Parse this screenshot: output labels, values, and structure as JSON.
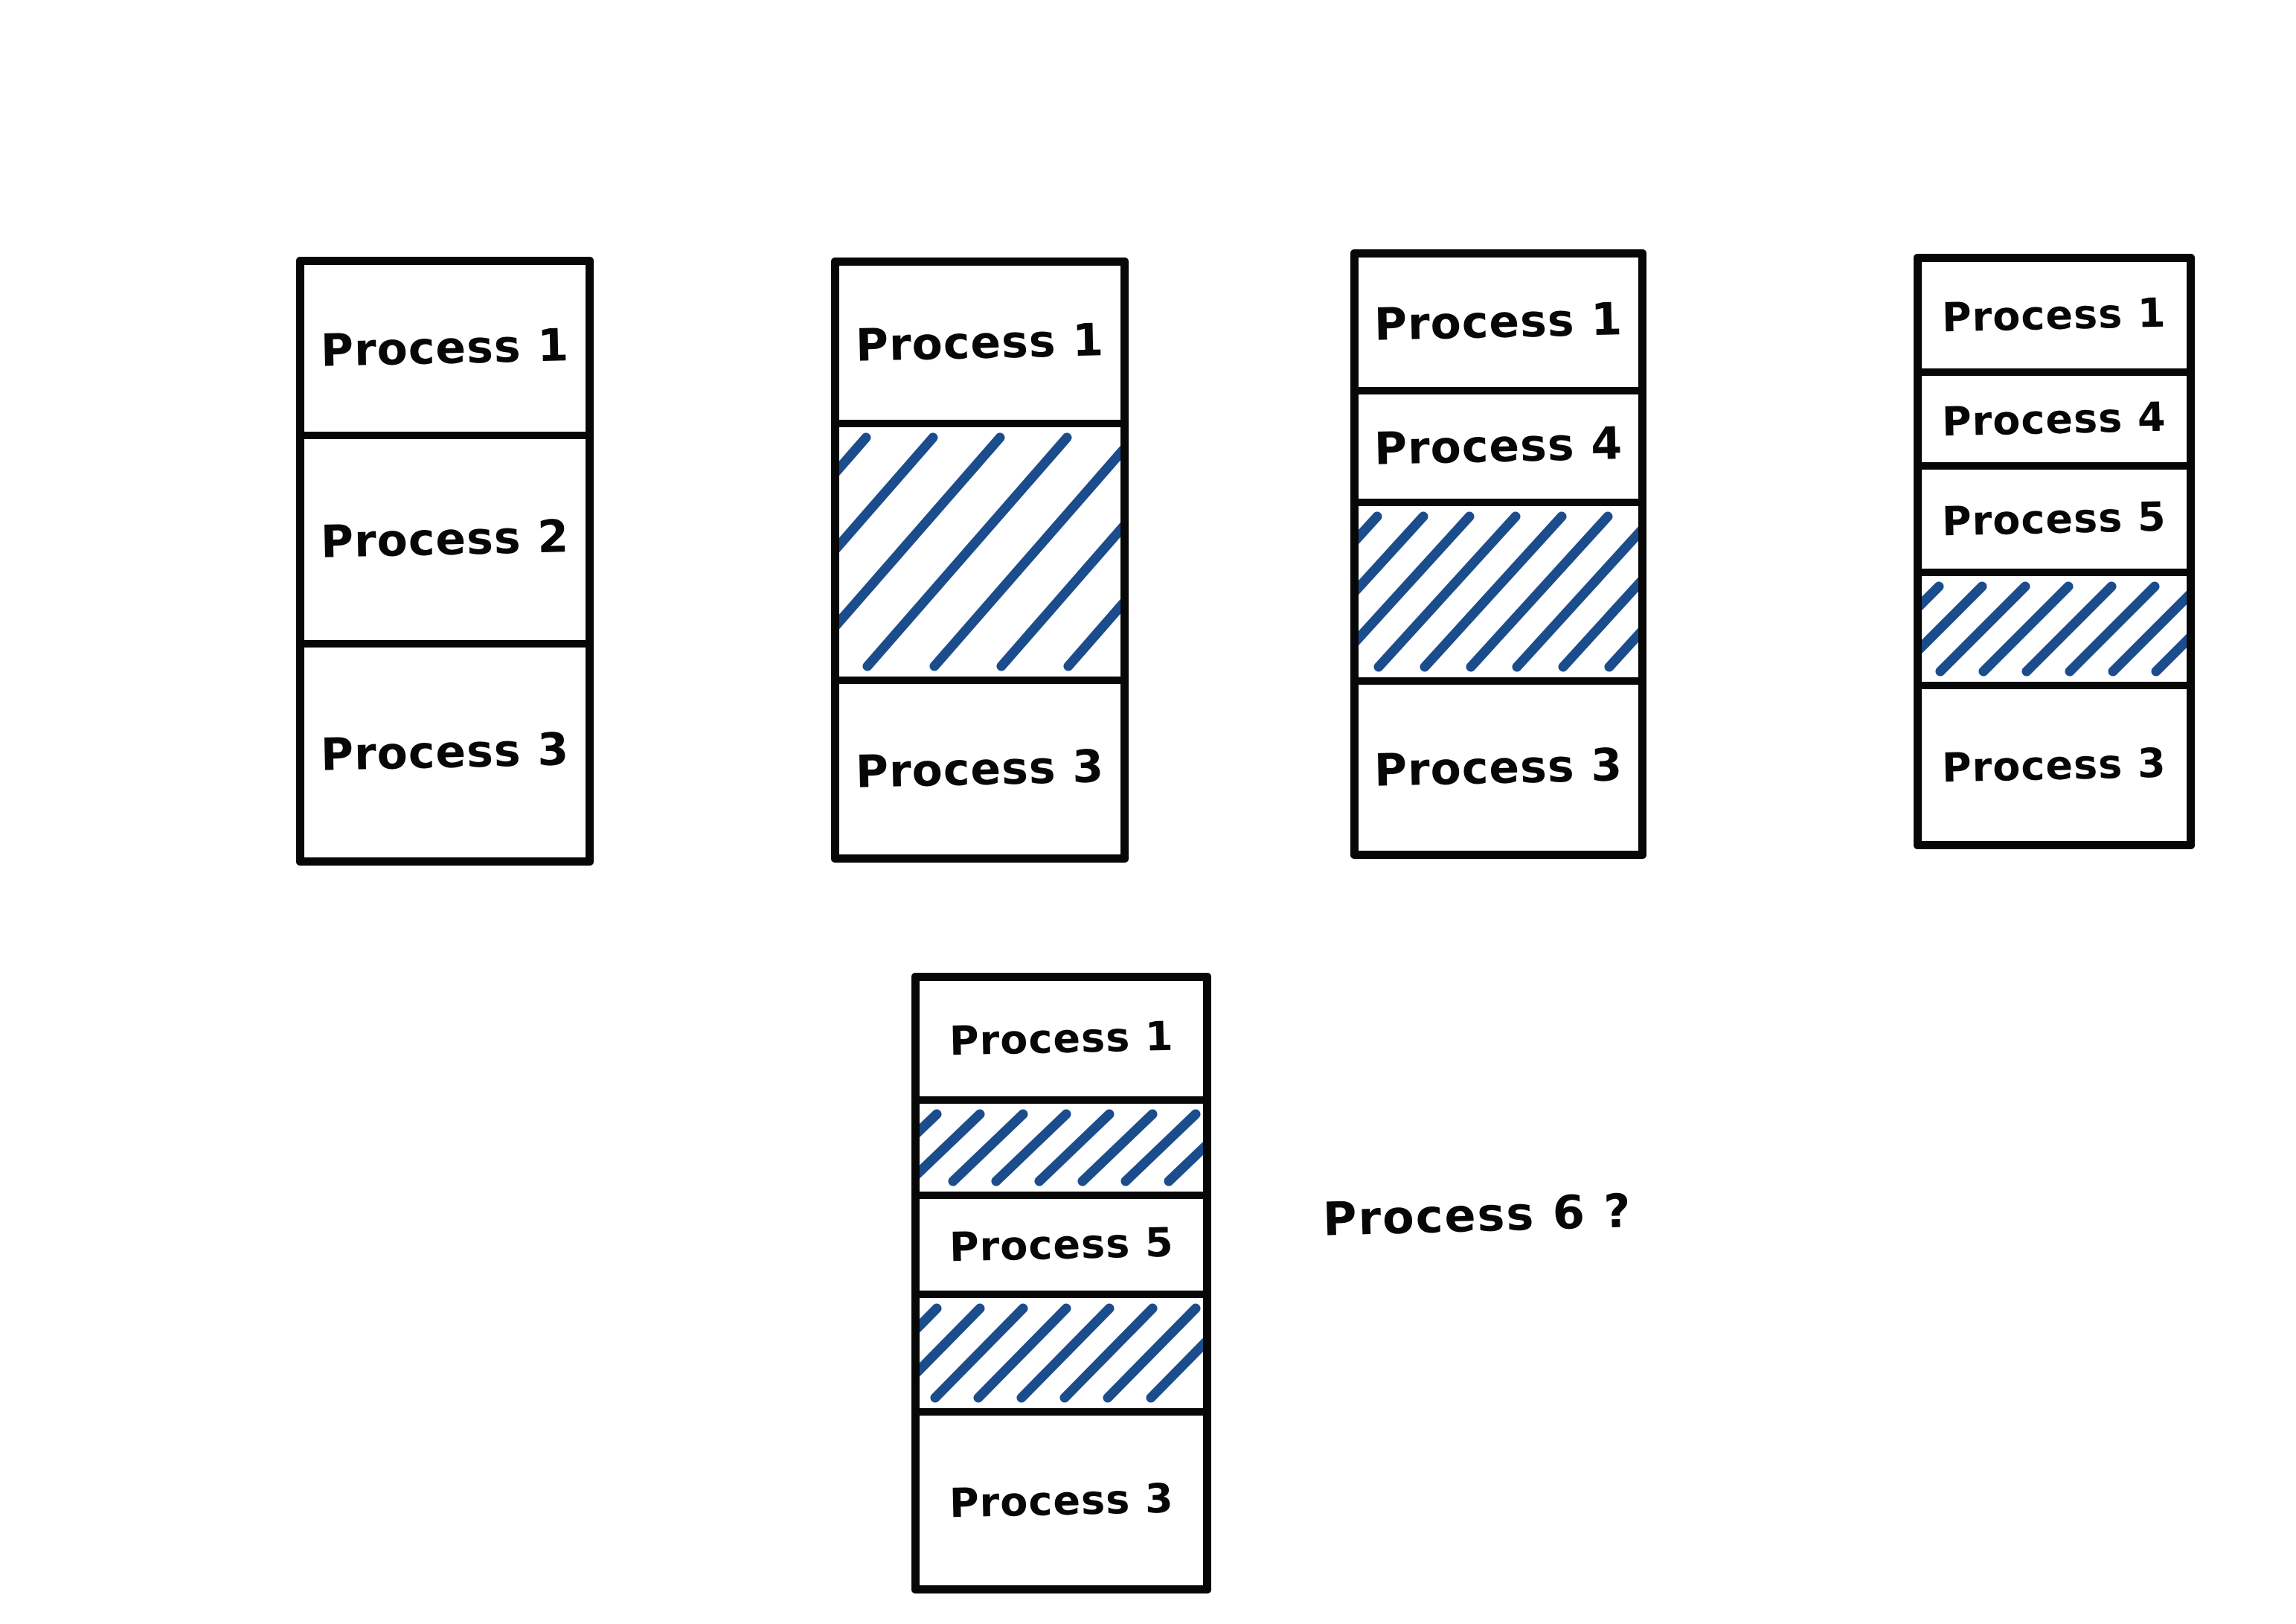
{
  "colors": {
    "background": "#ffffff",
    "ink": "#070707",
    "hatch": "#1b4c8c"
  },
  "annotation": {
    "text": "Process 6 ?"
  },
  "diagrams": [
    {
      "name": "memory-state-1",
      "segments": [
        {
          "kind": "process",
          "label": "Process 1"
        },
        {
          "kind": "process",
          "label": "Process 2"
        },
        {
          "kind": "process",
          "label": "Process 3"
        }
      ]
    },
    {
      "name": "memory-state-2",
      "segments": [
        {
          "kind": "process",
          "label": "Process 1"
        },
        {
          "kind": "free-hatched",
          "label": ""
        },
        {
          "kind": "process",
          "label": "Process 3"
        }
      ]
    },
    {
      "name": "memory-state-3",
      "segments": [
        {
          "kind": "process",
          "label": "Process 1"
        },
        {
          "kind": "process",
          "label": "Process 4"
        },
        {
          "kind": "free-hatched",
          "label": ""
        },
        {
          "kind": "process",
          "label": "Process 3"
        }
      ]
    },
    {
      "name": "memory-state-4",
      "segments": [
        {
          "kind": "process",
          "label": "Process 1"
        },
        {
          "kind": "process",
          "label": "Process 4"
        },
        {
          "kind": "process",
          "label": "Process 5"
        },
        {
          "kind": "free-hatched",
          "label": ""
        },
        {
          "kind": "process",
          "label": "Process 3"
        }
      ]
    },
    {
      "name": "memory-state-5",
      "segments": [
        {
          "kind": "process",
          "label": "Process 1"
        },
        {
          "kind": "free-hatched",
          "label": ""
        },
        {
          "kind": "process",
          "label": "Process 5"
        },
        {
          "kind": "free-hatched",
          "label": ""
        },
        {
          "kind": "process",
          "label": "Process 3"
        }
      ]
    }
  ]
}
